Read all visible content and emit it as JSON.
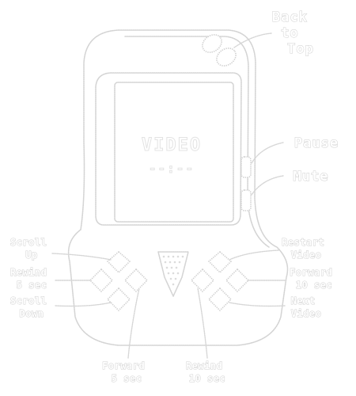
{
  "screen": {
    "title": "VIDEO",
    "subtitle": "--:--"
  },
  "labels": {
    "back_to_top": [
      "Back",
      "to",
      "Top"
    ],
    "pause": "Pause",
    "mute": "Mute",
    "scroll_up": [
      "Scroll",
      "Up"
    ],
    "rewind_5": [
      "Rewind",
      "5 sec"
    ],
    "scroll_down": [
      "Scroll",
      "Down"
    ],
    "restart_video": [
      "Restart",
      "Video"
    ],
    "forward_10": [
      "Forward",
      "10 sec"
    ],
    "next_video": [
      "Next",
      "Video"
    ],
    "forward_5": [
      "Forward",
      "5 sec"
    ],
    "rewind_10": [
      "Rewind",
      "10 sec"
    ]
  },
  "colors": {
    "outline": "#d4d4d4",
    "label_stroke": "#cfcfcf"
  }
}
